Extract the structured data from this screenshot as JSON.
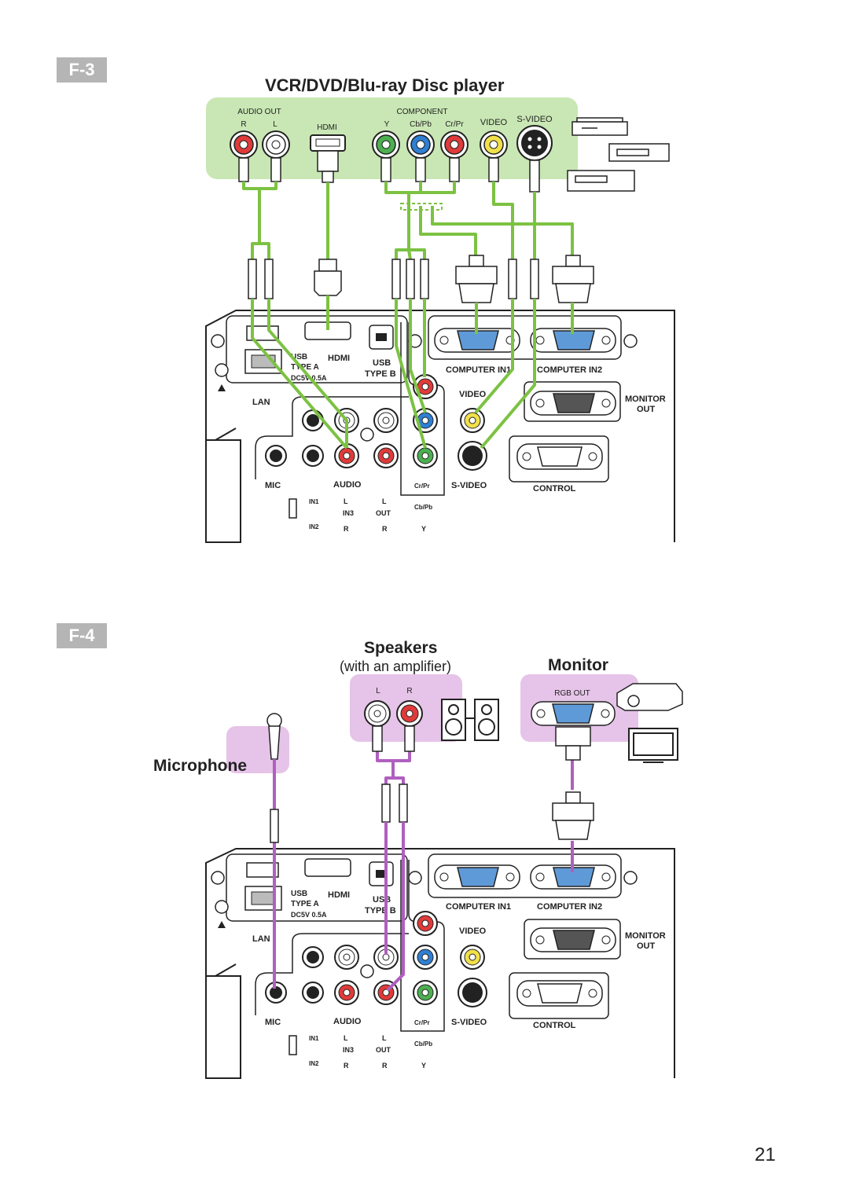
{
  "page_number": "21",
  "f3": {
    "tag": "F-3",
    "title": "VCR/DVD/Blu-ray Disc player",
    "source_panel": {
      "audio_out": "AUDIO OUT",
      "r": "R",
      "l": "L",
      "hdmi": "HDMI",
      "component": "COMPONENT",
      "y": "Y",
      "cb_pb": "Cb/Pb",
      "cr_pr": "Cr/Pr",
      "video": "VIDEO",
      "s_video": "S-VIDEO"
    },
    "cable_color": "#7cc242",
    "panel_color": "#c9e7b4"
  },
  "f4": {
    "tag": "F-4",
    "speakers_title": "Speakers",
    "speakers_subtitle": "(with an amplifier)",
    "monitor_title": "Monitor",
    "microphone_title": "Microphone",
    "speakers_l": "L",
    "speakers_r": "R",
    "rgb_out": "RGB OUT",
    "cable_color": "#b05fc0",
    "panel_color": "#e6c3e8"
  },
  "projector_panel": {
    "usb_type_a": "USB",
    "type_a": "TYPE A",
    "dc5v": "DC5V 0.5A",
    "hdmi": "HDMI",
    "usb_type_b_1": "USB",
    "usb_type_b_2": "TYPE B",
    "lan": "LAN",
    "computer_in1": "COMPUTER IN1",
    "computer_in2": "COMPUTER IN2",
    "video": "VIDEO",
    "monitor_out_1": "MONITOR",
    "monitor_out_2": "OUT",
    "mic": "MIC",
    "audio": "AUDIO",
    "s_video": "S-VIDEO",
    "control": "CONTROL",
    "cr_pr": "Cr/Pr",
    "cb_pb": "Cb/Pb",
    "y": "Y",
    "in1": "IN1",
    "in2": "IN2",
    "in3": "IN3",
    "out": "OUT",
    "l": "L",
    "r": "R"
  }
}
